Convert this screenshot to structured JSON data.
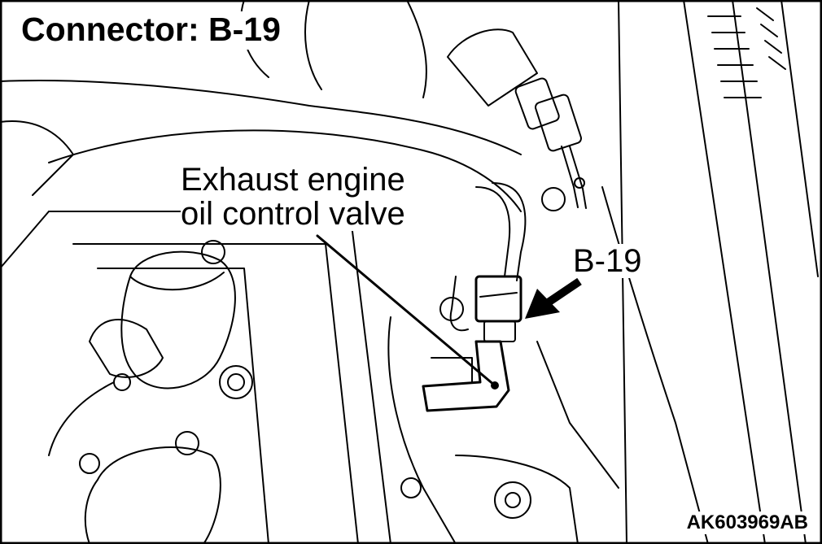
{
  "title": "Connector: B-19",
  "callouts": {
    "valve_line1": "Exhaust engine",
    "valve_line2": "oil control valve",
    "connector": "B-19"
  },
  "figure_code": "AK603969AB",
  "colors": {
    "ink": "#000000",
    "paper": "#ffffff"
  },
  "icons": {
    "pointer": "arrow-icon"
  }
}
